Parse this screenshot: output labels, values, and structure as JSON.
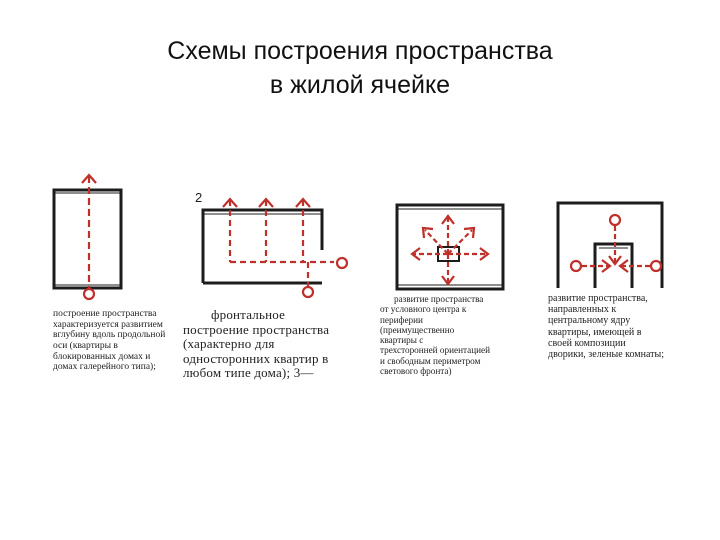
{
  "slide": {
    "title_line1": "Схемы построения пространства",
    "title_line2": "в жилой ячейке"
  },
  "figure": {
    "label_number": "2",
    "accent_color": "#c0302a",
    "wall_color": "#1c1c1c",
    "captions": [
      [
        "построение пространства",
        "характеризуется развитием",
        "вглубину вдоль продольной",
        "оси (квартиры в",
        "блокированных домах и",
        "домах галерейного типа);"
      ],
      [
        "фронтальное",
        "построение пространства",
        "(характерно для",
        "односторонних квартир в",
        "любом типе дома); 3—"
      ],
      [
        "развитие пространства",
        "от условного центра к",
        "периферии",
        "(преимущественно",
        "квартиры с",
        "трехсторонней ориентацией",
        "и свободным периметром",
        "светового фронта)"
      ],
      [
        "развитие пространства,",
        "направленных к",
        "центральному ядру",
        "квартиры, имеющей в",
        "своей композиции",
        "дворики, зеленые комнаты;"
      ]
    ]
  }
}
